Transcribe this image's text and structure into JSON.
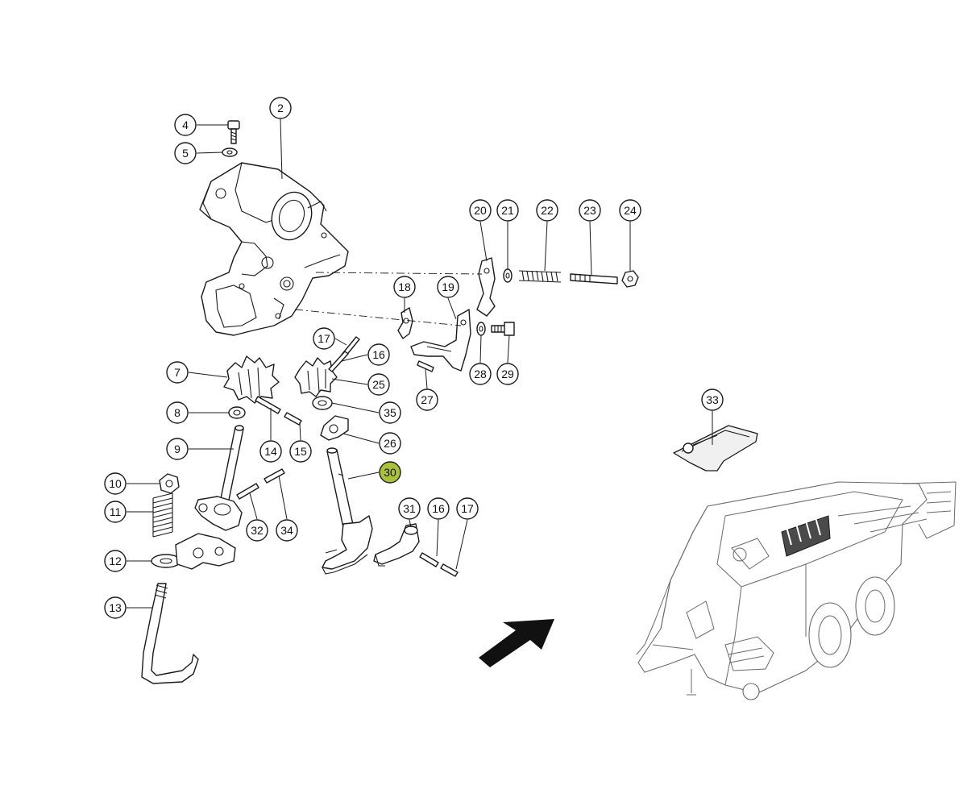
{
  "diagram": {
    "callouts": [
      {
        "id": "2",
        "label": "2",
        "highlighted": false
      },
      {
        "id": "4",
        "label": "4",
        "highlighted": false
      },
      {
        "id": "5",
        "label": "5",
        "highlighted": false
      },
      {
        "id": "7",
        "label": "7",
        "highlighted": false
      },
      {
        "id": "8",
        "label": "8",
        "highlighted": false
      },
      {
        "id": "9",
        "label": "9",
        "highlighted": false
      },
      {
        "id": "10",
        "label": "10",
        "highlighted": false
      },
      {
        "id": "11",
        "label": "11",
        "highlighted": false
      },
      {
        "id": "12",
        "label": "12",
        "highlighted": false
      },
      {
        "id": "13",
        "label": "13",
        "highlighted": false
      },
      {
        "id": "14",
        "label": "14",
        "highlighted": false
      },
      {
        "id": "15",
        "label": "15",
        "highlighted": false
      },
      {
        "id": "16a",
        "label": "16",
        "highlighted": false
      },
      {
        "id": "17a",
        "label": "17",
        "highlighted": false
      },
      {
        "id": "18",
        "label": "18",
        "highlighted": false
      },
      {
        "id": "19",
        "label": "19",
        "highlighted": false
      },
      {
        "id": "20",
        "label": "20",
        "highlighted": false
      },
      {
        "id": "21",
        "label": "21",
        "highlighted": false
      },
      {
        "id": "22",
        "label": "22",
        "highlighted": false
      },
      {
        "id": "23",
        "label": "23",
        "highlighted": false
      },
      {
        "id": "24",
        "label": "24",
        "highlighted": false
      },
      {
        "id": "25",
        "label": "25",
        "highlighted": false
      },
      {
        "id": "26",
        "label": "26",
        "highlighted": false
      },
      {
        "id": "27",
        "label": "27",
        "highlighted": false
      },
      {
        "id": "28",
        "label": "28",
        "highlighted": false
      },
      {
        "id": "29",
        "label": "29",
        "highlighted": false
      },
      {
        "id": "30",
        "label": "30",
        "highlighted": true
      },
      {
        "id": "31",
        "label": "31",
        "highlighted": false
      },
      {
        "id": "16b",
        "label": "16",
        "highlighted": false
      },
      {
        "id": "17b",
        "label": "17",
        "highlighted": false
      },
      {
        "id": "32",
        "label": "32",
        "highlighted": false
      },
      {
        "id": "33",
        "label": "33",
        "highlighted": false
      },
      {
        "id": "34",
        "label": "34",
        "highlighted": false
      },
      {
        "id": "35",
        "label": "35",
        "highlighted": false
      }
    ],
    "colors": {
      "highlight": "#a8c23a",
      "ink": "#1a1a1a",
      "baler_ink": "#6a6a6a",
      "background": "#ffffff"
    }
  }
}
